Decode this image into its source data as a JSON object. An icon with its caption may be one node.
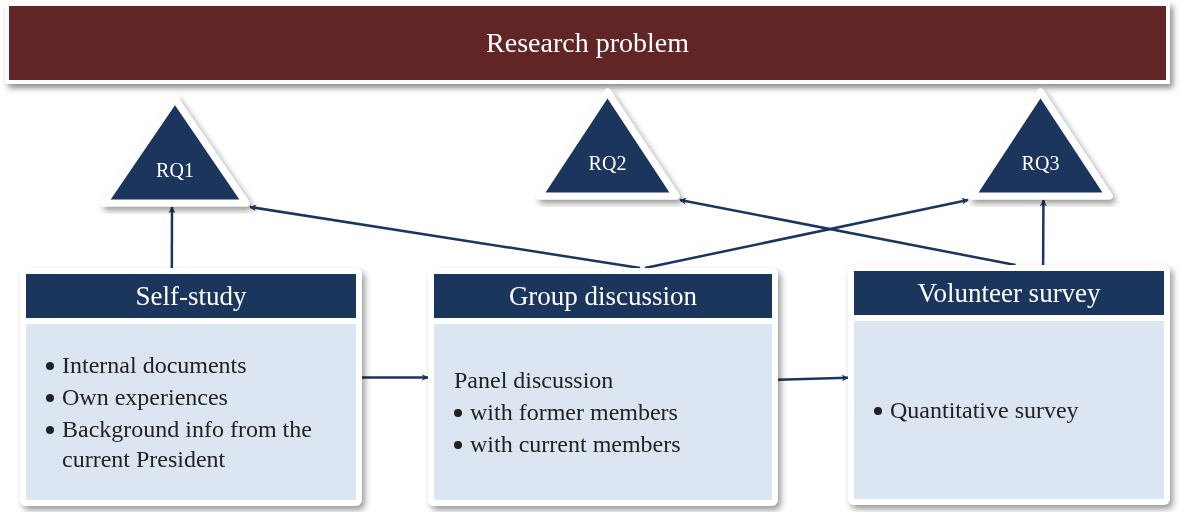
{
  "diagram": {
    "nodes": [
      {
        "text": [
          "Research problem"
        ]
      },
      {
        "text": [
          "RQ1"
        ]
      },
      {
        "text": [
          "RQ2"
        ]
      },
      {
        "text": [
          "RQ3"
        ]
      },
      {
        "text": [
          "Self-study",
          "Internal documents",
          "Own experiences",
          "Background info from the current President"
        ]
      },
      {
        "text": [
          "Group discussion",
          "Panel discussion",
          "with former members",
          "with current members"
        ]
      },
      {
        "text": [
          "Volunteer survey",
          "Quantitative survey"
        ]
      }
    ],
    "edges": [
      {
        "from": 4,
        "to": 1,
        "arrow": "to"
      },
      {
        "from": 5,
        "to": 1,
        "arrow": "to"
      },
      {
        "from": 5,
        "to": 3,
        "arrow": "to"
      },
      {
        "from": 6,
        "to": 2,
        "arrow": "to"
      },
      {
        "from": 6,
        "to": 3,
        "arrow": "to"
      },
      {
        "from": 4,
        "to": 5,
        "arrow": "to"
      },
      {
        "from": 5,
        "to": 6,
        "arrow": "to"
      }
    ]
  }
}
